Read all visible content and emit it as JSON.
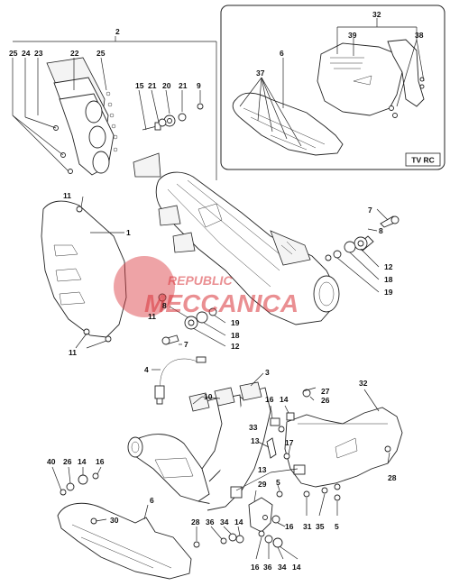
{
  "inset": {
    "label": "TV RC"
  },
  "watermark": {
    "line1": "REPUBLIC",
    "line2": "MECCANICA"
  },
  "callouts": [
    "1",
    "2",
    "3",
    "4",
    "5",
    "6",
    "7",
    "8",
    "9",
    "10",
    "11",
    "12",
    "13",
    "14",
    "15",
    "16",
    "17",
    "18",
    "19",
    "20",
    "21",
    "22",
    "23",
    "24",
    "25",
    "26",
    "27",
    "28",
    "29",
    "30",
    "31",
    "32",
    "33",
    "34",
    "35",
    "36",
    "37",
    "38",
    "39",
    "40"
  ]
}
